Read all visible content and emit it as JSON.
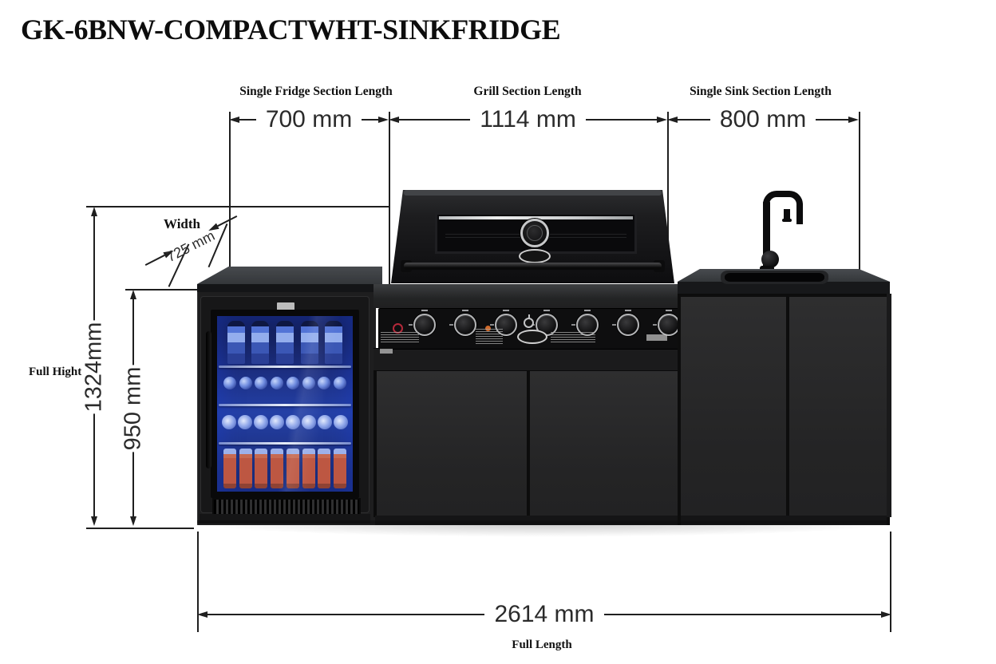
{
  "title": "GK-6BNW-COMPACTWHT-SINKFRIDGE",
  "dimensions": {
    "fridge_section": {
      "label": "Single Fridge Section Length",
      "value": "700 mm"
    },
    "grill_section": {
      "label": "Grill Section Length",
      "value": "1114 mm"
    },
    "sink_section": {
      "label": "Single Sink Section Length",
      "value": "800 mm"
    },
    "full_height": {
      "label": "Full Hight",
      "value": "1324mm"
    },
    "bench_height": {
      "value": "950 mm"
    },
    "depth": {
      "label": "Width",
      "value": "725 mm"
    },
    "full_length": {
      "label": "Full Length",
      "value": "2614 mm"
    }
  },
  "illustration": {
    "sections": {
      "left": "single-fridge",
      "middle": "6-burner-grill",
      "right": "single-sink"
    },
    "fridge_contents": {
      "top_bottles": 5,
      "shelf2_bottles": 8,
      "shelf3_cans": 8,
      "red_cans": 8
    },
    "grill": {
      "knob_count": 7
    },
    "colors": {
      "cabinet": "#2b2b2c",
      "counter_top": "#3e4144",
      "fridge_glow_blue": "#2440a6",
      "can_red": "#bd5742",
      "steel": "#c6c7c9",
      "dimension_line": "#1f1f1f"
    },
    "icons": {
      "faucet": "faucet-icon",
      "thermometer": "thermometer-icon",
      "knob": "burner-knob-icon",
      "vent": "vent-grille-icon",
      "handle": "fridge-handle-icon"
    }
  }
}
